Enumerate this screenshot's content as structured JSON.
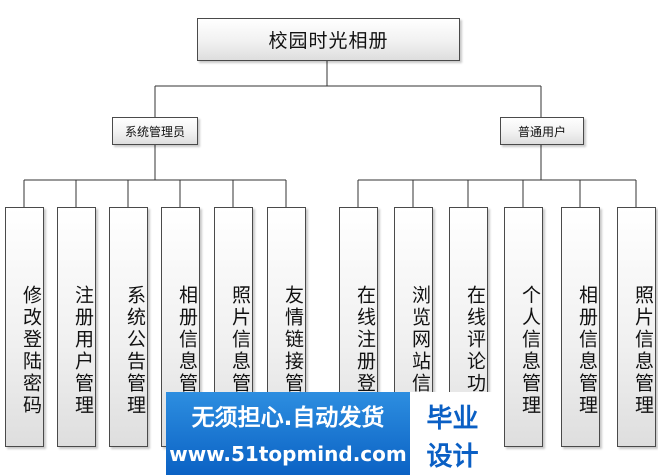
{
  "root": "校园时光相册",
  "admin": {
    "label": "系统管理员",
    "children": [
      "修改登陆密码",
      "注册用户管理",
      "系统公告管理",
      "相册信息管理",
      "照片信息管理",
      "友情链接管理"
    ]
  },
  "user": {
    "label": "普通用户",
    "children": [
      "在线注册登录",
      "浏览网站信息",
      "在线评论功能",
      "个人信息管理",
      "相册信息管理",
      "照片信息管理"
    ]
  },
  "watermark": {
    "line1": "无须担心.自动发货",
    "line2": "www.51topmind.com",
    "badge1": "毕业",
    "badge2": "设计"
  }
}
